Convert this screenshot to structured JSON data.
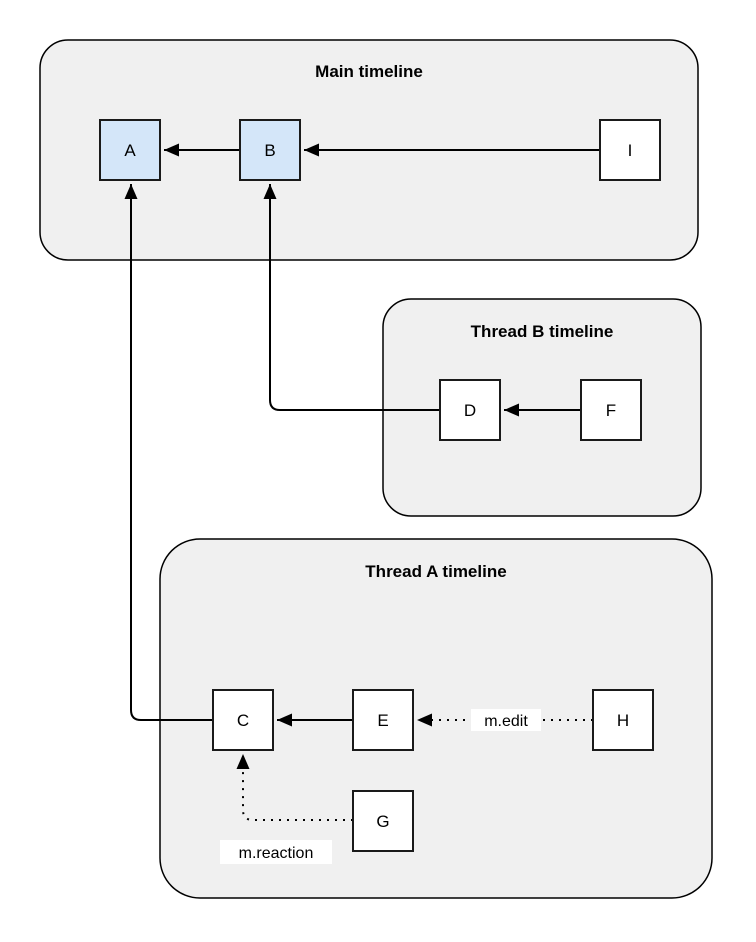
{
  "colors": {
    "page_background": "#ffffff",
    "container_fill": "#f0f0f0",
    "container_stroke": "#000000",
    "node_fill_highlight": "#d4e6f9",
    "node_fill_default": "#ffffff",
    "node_stroke": "#1a1a1a",
    "edge_color": "#000000",
    "edge_label_bg": "#ffffff"
  },
  "containers": {
    "main": {
      "title": "Main timeline"
    },
    "thread_b": {
      "title": "Thread B timeline"
    },
    "thread_a": {
      "title": "Thread A timeline"
    }
  },
  "nodes": {
    "a": {
      "label": "A"
    },
    "b": {
      "label": "B"
    },
    "i": {
      "label": "I"
    },
    "d": {
      "label": "D"
    },
    "f": {
      "label": "F"
    },
    "c": {
      "label": "C"
    },
    "e": {
      "label": "E"
    },
    "h": {
      "label": "H"
    },
    "g": {
      "label": "G"
    }
  },
  "edges": {
    "b_to_a": {
      "label": ""
    },
    "i_to_b": {
      "label": ""
    },
    "d_to_b": {
      "label": ""
    },
    "f_to_d": {
      "label": ""
    },
    "c_to_a": {
      "label": ""
    },
    "e_to_c": {
      "label": ""
    },
    "h_to_e": {
      "label": "m.edit"
    },
    "g_to_c": {
      "label": "m.reaction"
    }
  }
}
